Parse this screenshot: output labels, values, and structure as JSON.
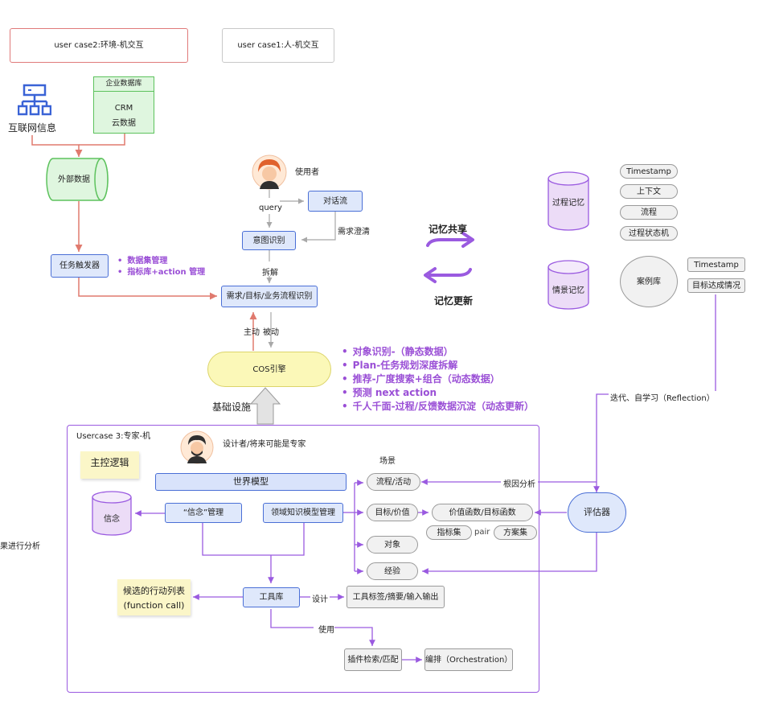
{
  "use_cases": {
    "case2": "user case2:环境-机交互",
    "case1": "user case1:人-机交互",
    "case3": "Usercase 3:专家-机"
  },
  "internet_info": "互联网信息",
  "enterprise_db": {
    "title": "企业数据库",
    "line1": "CRM",
    "line2": "云数据"
  },
  "external_data": "外部数据",
  "task_trigger": "任务触发器",
  "trigger_bullets": [
    "数据集管理",
    "指标库+action 管理"
  ],
  "user": {
    "label": "使用者"
  },
  "query_label": "query",
  "dialog_flow": "对话流",
  "need_clarify": "需求澄清",
  "intent_recognition": "意图识别",
  "decompose": "拆解",
  "needs_box": "需求/目标/业务流程识别",
  "active": "主动",
  "passive": "被动",
  "cos_engine": "COS引擎",
  "infra": "基础设施",
  "cos_bullets": [
    "对象识别-（静态数据）",
    "Plan-任务规划深度拆解",
    "推荐-广度搜索+组合（动态数据）",
    "预测 next action",
    "千人千面-过程/反馈数据沉淀（动态更新）"
  ],
  "memory_share": "记忆共享",
  "memory_update": "记忆更新",
  "process_memory": "过程记忆",
  "scene_memory": "情景记忆",
  "process_tags": [
    "Timestamp",
    "上下文",
    "流程",
    "过程状态机"
  ],
  "case_library": "案例库",
  "case_tags": [
    "Timestamp",
    "目标达成情况"
  ],
  "reflection": "迭代、自学习（Reflection）",
  "designer": "设计者/将来可能是专家",
  "main_logic": "主控逻辑",
  "world_model": "世界模型",
  "belief_mgmt": "“信念”管理",
  "domain_knowledge": "领域知识模型管理",
  "belief": "信念",
  "scene": {
    "title": "场景",
    "items": [
      "流程/活动",
      "目标/价值",
      "对象",
      "经验"
    ]
  },
  "root_cause": "根因分析",
  "evaluator": "评估器",
  "value_func": "价值函数/目标函数",
  "metric_set": "指标集",
  "pair": "pair",
  "plan_set": "方案集",
  "candidate_actions": {
    "line1": "候选的行动列表",
    "line2": "(function call)"
  },
  "toolbox": "工具库",
  "design": "设计",
  "tool_tags": "工具标签/摘要/输入输出",
  "use": "使用",
  "plugin_search": "插件检索/匹配",
  "orchestration": "编排（Orchestration）",
  "left_fragment": "果进行分析"
}
